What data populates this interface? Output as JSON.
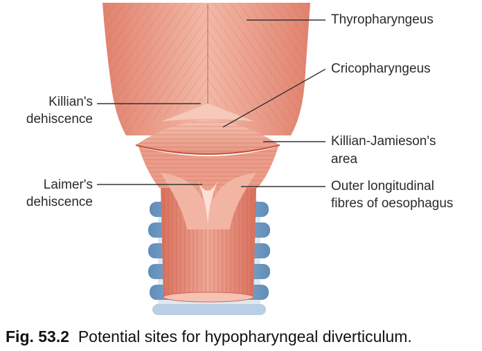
{
  "labels": {
    "thyropharyngeus": "Thyropharyngeus",
    "cricopharyngeus": "Cricopharyngeus",
    "killians_line1": "Killian's",
    "killians_line2": "dehiscence",
    "killian_jamieson_line1": "Killian-Jamieson's",
    "killian_jamieson_line2": "area",
    "laimers_line1": "Laimer's",
    "laimers_line2": "dehiscence",
    "outer_line1": "Outer longitudinal",
    "outer_line2": "fibres of oesophagus"
  },
  "caption": {
    "figure_number": "Fig. 53.2",
    "text": "Potential sites for hypopharyngeal diverticulum."
  },
  "colors": {
    "muscle": "#e8907c",
    "muscle_light": "#f1b4a3",
    "muscle_dark": "#c96a58",
    "cartilage": "#7aa3c9",
    "leader": "#333333"
  }
}
